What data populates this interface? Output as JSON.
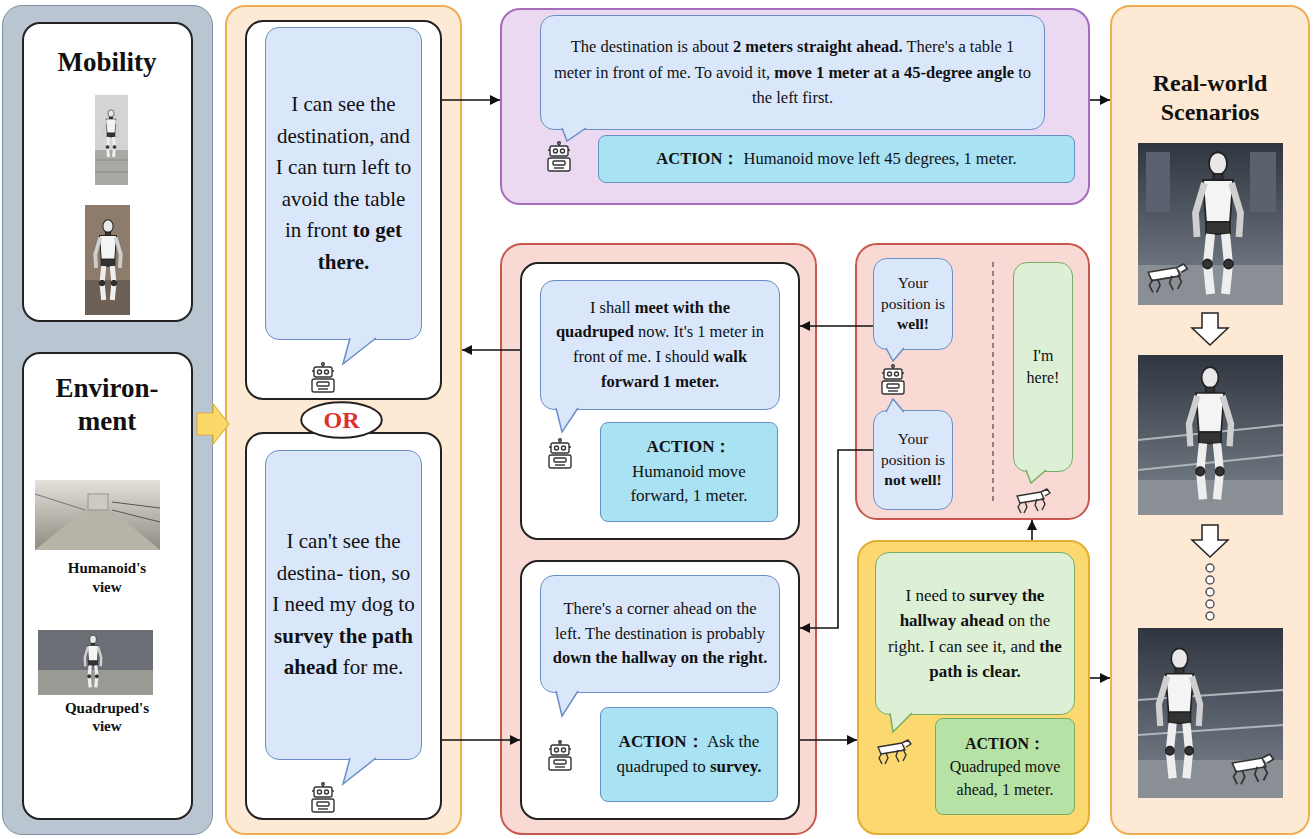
{
  "diagram": {
    "nodes": [
      {
        "text": []
      },
      {
        "text": [
          "Mobility"
        ],
        "in": 0
      },
      {
        "text": [
          "Environ- ment",
          "Humanoid's view",
          "Quadruped's view"
        ],
        "in": 0
      },
      {
        "text": []
      },
      {
        "text": [],
        "in": 3
      },
      {
        "text": [
          "I can see the destination, and I can turn left to avoid the table in front to get there."
        ],
        "in": 4
      },
      {
        "text": [
          "OR"
        ],
        "in": 3
      },
      {
        "text": [],
        "in": 3
      },
      {
        "text": [
          "I can't see the destina- tion, so I need my dog to survey the path ahead for me."
        ],
        "in": 7
      },
      {
        "text": []
      },
      {
        "text": [
          "The destination is about 2 meters straight ahead. There's a table 1 meter in front of me. To avoid it, move 1 meter at a 45-degree angle to the left first."
        ],
        "in": 9
      },
      {
        "text": [
          "ACTION： Humanoid move left 45 degrees, 1 meter."
        ],
        "in": 9
      },
      {
        "text": [
          "Real-world Scenarios"
        ]
      },
      {
        "text": []
      },
      {
        "text": [],
        "in": 13
      },
      {
        "text": [
          "I shall meet with the quadruped now. It's 1 meter in front of me. I should walk forward 1 meter."
        ],
        "in": 14
      },
      {
        "text": [
          "ACTION： Humanoid move forward, 1 meter."
        ],
        "in": 14
      },
      {
        "text": [],
        "in": 13
      },
      {
        "text": [
          "There's a corner ahead on the left. The destination is probably down the hallway on the right."
        ],
        "in": 17
      },
      {
        "text": [
          "ACTION： Ask the quadruped to survey."
        ],
        "in": 17
      },
      {
        "text": []
      },
      {
        "text": [
          "Your position is well!"
        ],
        "in": 20
      },
      {
        "text": [
          "Your position is not well!"
        ],
        "in": 20
      },
      {
        "text": [
          "I'm here!"
        ],
        "in": 20
      },
      {
        "text": []
      },
      {
        "text": [
          "I need to survey the hallway ahead on the right. I can see it, and the path is clear."
        ],
        "in": 24
      },
      {
        "text": [
          "ACTION： Quadruped move ahead, 1 meter."
        ],
        "in": 24
      }
    ],
    "edges": [
      {
        "from": 0,
        "to": 3,
        "arrow": "to"
      },
      {
        "from": 4,
        "to": 9,
        "arrow": "to"
      },
      {
        "from": 9,
        "to": 12,
        "arrow": "to"
      },
      {
        "from": 7,
        "to": 17,
        "arrow": "to"
      },
      {
        "from": 17,
        "to": 24,
        "arrow": "to"
      },
      {
        "from": 24,
        "to": 20,
        "arrow": "to"
      },
      {
        "from": 21,
        "to": 14,
        "arrow": "to"
      },
      {
        "from": 22,
        "to": 17,
        "arrow": "to"
      },
      {
        "from": 14,
        "to": 3,
        "arrow": "to"
      },
      {
        "from": 24,
        "to": 12,
        "arrow": "to"
      }
    ]
  }
}
